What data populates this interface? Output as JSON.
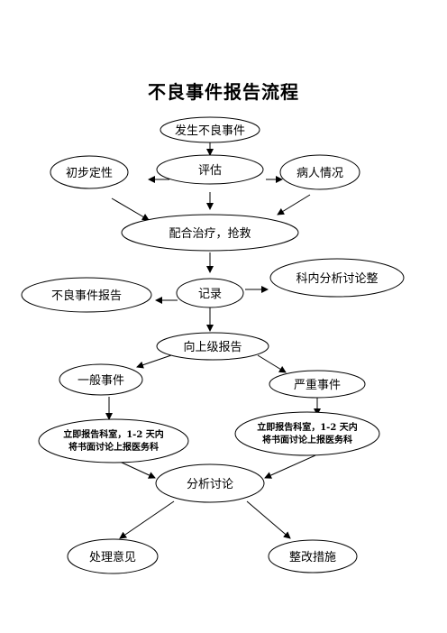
{
  "title": "不良事件报告流程",
  "nodes": {
    "occur": "发生不良事件",
    "preliminary": "初步定性",
    "assess": "评估",
    "patient": "病人情况",
    "treat": "配合治疗，抢救",
    "dept_analysis": "科内分析讨论整",
    "report": "不良事件报告",
    "record": "记录",
    "upward": "向上级报告",
    "general": "一般事件",
    "serious": "严重事件",
    "general_report_1": "立即报告科室，1-2 天内",
    "general_report_2": "将书面讨论上报医务科",
    "serious_report_1": "立即报告科室，1-2 天内",
    "serious_report_2": "将书面讨论上报医务科",
    "discuss": "分析讨论",
    "handle": "处理意见",
    "rectify": "整改措施"
  }
}
